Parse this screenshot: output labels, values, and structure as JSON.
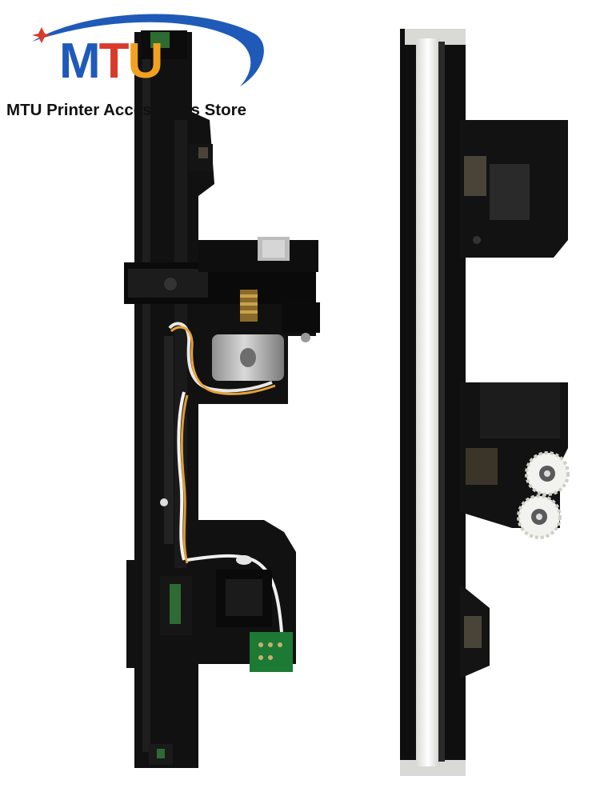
{
  "logo": {
    "letter_m": "M",
    "letter_t": "T",
    "letter_u": "U",
    "store_name": "MTU Printer Accessories Store",
    "colors": {
      "m": "#1f5ab8",
      "t": "#d93a2b",
      "u": "#f2a11f",
      "swoosh": "#1f5ab8",
      "star": "#d93a2b"
    }
  },
  "photo": {
    "subject": "printer scanner carriage parts",
    "colors": {
      "plastic": "#0d0d0d",
      "rail": "#f4f4f1",
      "pcb": "#1c7a35",
      "motor": "#b8b8b8",
      "gear": "#f2f2ee"
    }
  }
}
